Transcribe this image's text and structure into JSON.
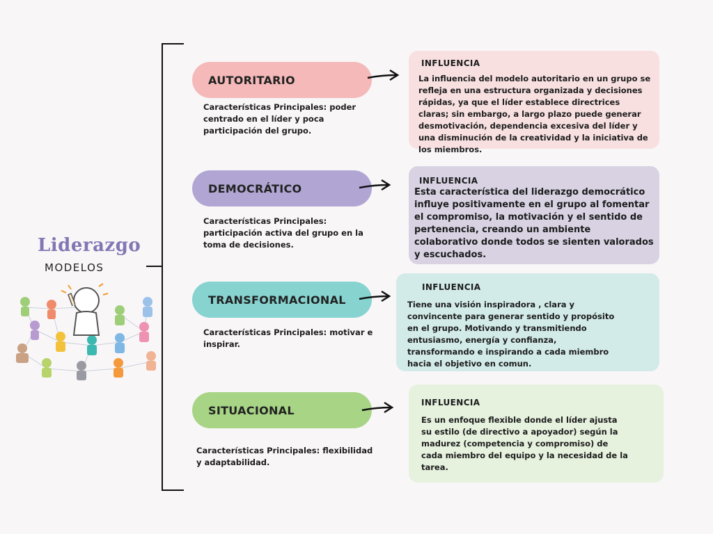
{
  "title": "Liderazgo",
  "subtitle": "MODELOS",
  "styles": [
    {
      "name": "AUTORITARIO",
      "color": "#f4b9b8",
      "description": "Características Principales:  poder centrado en el líder y poca participación del grupo.",
      "influence_heading": "INFLUENCIA",
      "influence_bg": "#f8e0e1",
      "influence_text": "La influencia del modelo autoritario en un grupo se refleja en una estructura organizada y decisiones rápidas, ya que el líder establece directrices claras; sin embargo, a largo plazo puede generar desmotivación, dependencia excesiva del líder y una disminución de la creatividad y la iniciativa de los miembros."
    },
    {
      "name": "DEMOCRÁTICO",
      "color": "#b1a6d3",
      "description": "Características Principales: participación activa del grupo en la toma de decisiones.",
      "influence_heading": "INFLUENCIA",
      "influence_bg": "#d8d2e3",
      "influence_text": "Esta característica del liderazgo democrático influye positivamente en el grupo al fomentar el compromiso, la motivación y el sentido de pertenencia, creando un ambiente colaborativo donde todos se sienten valorados y escuchados."
    },
    {
      "name": "TRANSFORMACIONAL",
      "color": "#86d3d0",
      "description": "Características Principales: motivar e inspirar.",
      "influence_heading": "INFLUENCIA",
      "influence_bg": "#d2ebe8",
      "influence_text": "Tiene una visión inspiradora , clara y convincente para generar sentido y propósito en el grupo. Motivando y transmitiendo entusiasmo, energía y confianza, transformando e inspirando a cada miembro hacia el objetivo en comun."
    },
    {
      "name": "SITUACIONAL",
      "color": "#a7d485",
      "description": "Características Principales: flexibilidad y adaptabilidad.",
      "influence_heading": "INFLUENCIA",
      "influence_bg": "#e6f1de",
      "influence_text": "Es un enfoque flexible donde el líder ajusta su estilo (de directivo a apoyador) según la madurez (competencia y compromiso) de cada miembro del equipo y la necesidad de la tarea."
    }
  ]
}
